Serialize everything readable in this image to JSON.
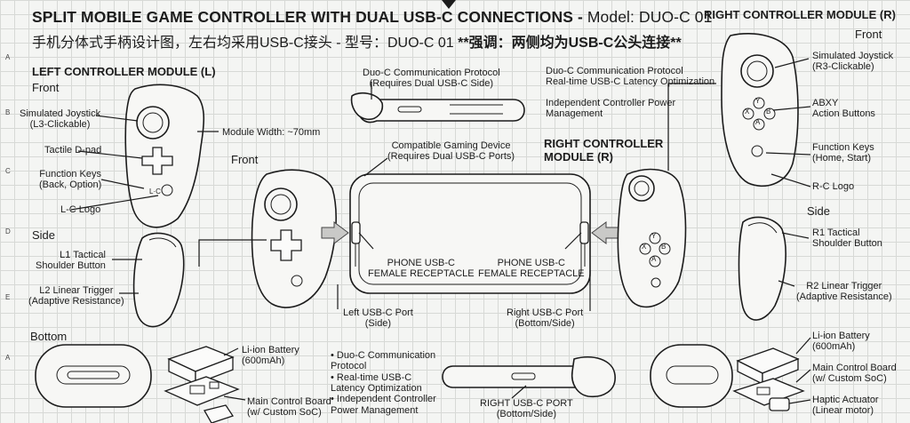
{
  "title": {
    "main": "SPLIT MOBILE GAME CONTROLLER WITH DUAL USB-C CONNECTIONS -",
    "model": "Model: DUO-C 01",
    "cn_main": "手机分体式手柄设计图，左右均采用USB-C接头 - 型号：DUO-C 01",
    "cn_emphasis": "**强调：两侧均为USB-C公头连接**"
  },
  "edge": {
    "left": [
      "A",
      "B",
      "C",
      "D",
      "E",
      "A"
    ]
  },
  "left": {
    "heading": "LEFT CONTROLLER MODULE (L)",
    "front": "Front",
    "joystick": [
      "Simulated Joystick",
      "(L3-Clickable)"
    ],
    "dpad": "Tactile D-pad",
    "fn_keys": [
      "Function Keys",
      "(Back, Option)"
    ],
    "logo": "L-C Logo",
    "width": "Module Width: ~70mm",
    "side": "Side",
    "l1": [
      "L1 Tactical",
      "Shoulder Button"
    ],
    "l2": [
      "L2 Linear Trigger",
      "(Adaptive Resistance)"
    ],
    "bottom": "Bottom",
    "battery": [
      "Li-ion Battery",
      "(600mAh)"
    ],
    "board": [
      "Main Control Board",
      "(w/ Custom SoC)"
    ]
  },
  "center": {
    "front": "Front",
    "duo_c": [
      "Duo-C Communication Protocol",
      "(Requires Dual USB-C Side)"
    ],
    "device": [
      "Compatible Gaming Device",
      "(Requires Dual USB-C Ports)"
    ],
    "phone_l": [
      "PHONE USB-C",
      "FEMALE RECEPTACLE"
    ],
    "phone_r": [
      "PHONE USB-C",
      "FEMALE RECEPTACLE"
    ],
    "left_port": [
      "Left USB-C Port",
      "(Side)"
    ],
    "right_port": [
      "Right USB-C Port",
      "(Bottom/Side)"
    ],
    "bullets": [
      "• Duo-C Communication",
      "  Protocol",
      "• Real-time USB-C",
      "  Latency Optimization",
      "• Independent Controller",
      "  Power Management"
    ],
    "bottom_port": [
      "RIGHT USB-C PORT",
      "(Bottom/Side)"
    ],
    "duo_c_rt": [
      "Duo-C Communication Protocol",
      "Real-time USB-C Latency Optimization"
    ],
    "power": [
      "Independent Controller Power",
      "Management"
    ],
    "right_heading": [
      "RIGHT CONTROLLER",
      "MODULE (R)"
    ]
  },
  "right": {
    "heading": "RIGHT CONTROLLER MODULE (R)",
    "front": "Front",
    "joystick": [
      "Simulated Joystick",
      "(R3-Clickable)"
    ],
    "abxy": [
      "ABXY",
      "Action Buttons"
    ],
    "fn_keys": [
      "Function Keys",
      "(Home, Start)"
    ],
    "logo": "R-C Logo",
    "side": "Side",
    "r1": [
      "R1 Tactical",
      "Shoulder Button"
    ],
    "r2": [
      "R2 Linear Trigger",
      "(Adaptive Resistance)"
    ],
    "battery": [
      "Li-ion Battery",
      "(600mAh)"
    ],
    "board": [
      "Main Control Board",
      "(w/ Custom SoC)"
    ],
    "haptic": [
      "Haptic Actuator",
      "(Linear motor)"
    ]
  },
  "glyphs": {
    "y": "Y",
    "x": "X",
    "b": "B",
    "a": "A"
  }
}
